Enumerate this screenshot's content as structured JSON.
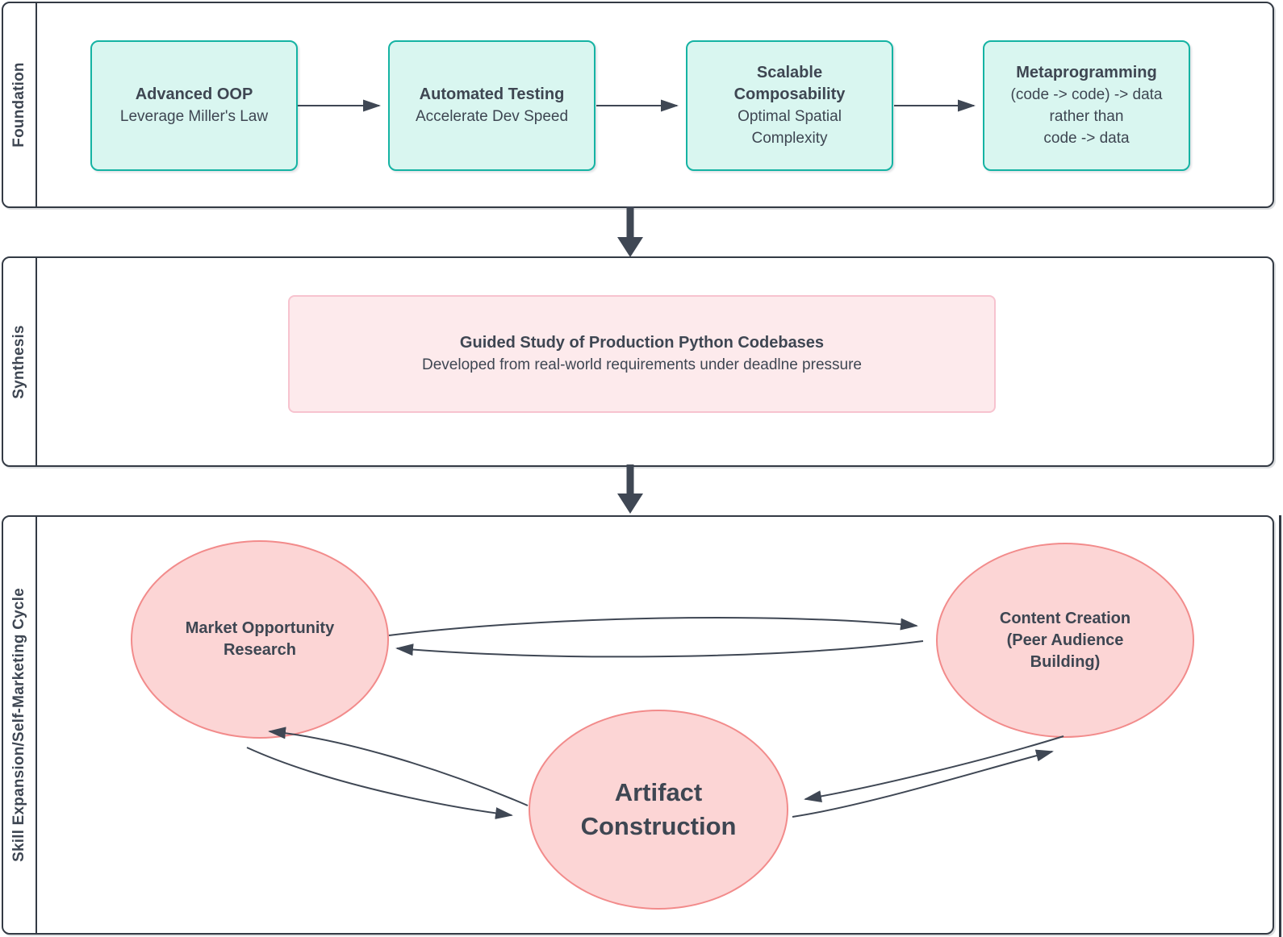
{
  "colors": {
    "background": "#ffffff",
    "lane_border": "#333a44",
    "text_dark": "#3e4652",
    "arrow": "#3f4754",
    "teal_fill": "#d9f6f0",
    "teal_border": "#15b3a3",
    "pink_fill": "#fdeaec",
    "pink_border": "#f7c3cf",
    "rose_fill": "#fcd5d5",
    "rose_border": "#f28b8b"
  },
  "lanes": [
    {
      "label": "Foundation"
    },
    {
      "label": "Synthesis"
    },
    {
      "label": "Skill Expansion/Self-Marketing Cycle"
    }
  ],
  "foundation": {
    "boxes": [
      {
        "title": "Advanced OOP",
        "subtitle": "Leverage Miller's Law"
      },
      {
        "title": "Automated Testing",
        "subtitle": "Accelerate Dev Speed"
      },
      {
        "title": "Scalable\nComposability",
        "subtitle": "Optimal Spatial\nComplexity"
      },
      {
        "title": "Metaprogramming",
        "subtitle": "(code -> code) -> data\nrather than\ncode -> data"
      }
    ]
  },
  "synthesis": {
    "box": {
      "title": "Guided Study of Production Python Codebases",
      "subtitle": "Developed from real-world requirements under deadlne pressure"
    }
  },
  "cycle": {
    "nodes": [
      {
        "label": "Market Opportunity\nResearch"
      },
      {
        "label": "Content Creation\n(Peer Audience\nBuilding)"
      },
      {
        "label": "Artifact\nConstruction"
      }
    ]
  }
}
